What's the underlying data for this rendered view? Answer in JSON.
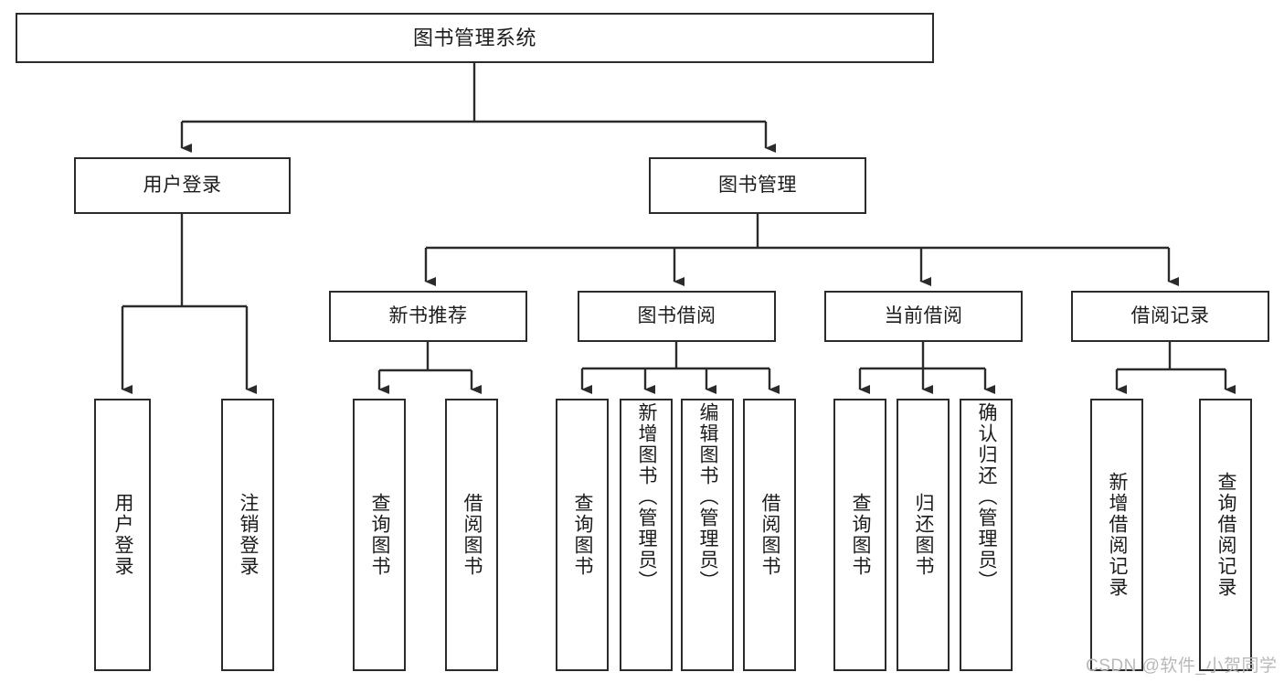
{
  "diagram": {
    "title": "图书管理系统",
    "type": "tree",
    "colors": {
      "stroke": "#2b2b2b",
      "fill": "#ffffff",
      "text": "#1c1c1c",
      "watermark": "#b9b9b9"
    },
    "nodes": {
      "root": {
        "label": "图书管理系统"
      },
      "level2": [
        {
          "id": "user-login",
          "label": "用户登录"
        },
        {
          "id": "book-manage",
          "label": "图书管理"
        }
      ],
      "level3": [
        {
          "id": "new-book-recommend",
          "label": "新书推荐"
        },
        {
          "id": "book-borrow",
          "label": "图书借阅"
        },
        {
          "id": "current-borrow",
          "label": "当前借阅"
        },
        {
          "id": "borrow-record",
          "label": "借阅记录"
        }
      ],
      "leaves": [
        {
          "id": "leaf-user-login",
          "label": "用户登录",
          "parent": "user-login"
        },
        {
          "id": "leaf-logout",
          "label": "注销登录",
          "parent": "user-login"
        },
        {
          "id": "leaf-query-book-1",
          "label": "查询图书",
          "parent": "new-book-recommend"
        },
        {
          "id": "leaf-borrow-book-1",
          "label": "借阅图书",
          "parent": "new-book-recommend"
        },
        {
          "id": "leaf-query-book-2",
          "label": "查询图书",
          "parent": "book-borrow"
        },
        {
          "id": "leaf-add-book",
          "label": "新增图书（管理员）",
          "parent": "book-borrow"
        },
        {
          "id": "leaf-edit-book",
          "label": "编辑图书（管理员）",
          "parent": "book-borrow"
        },
        {
          "id": "leaf-borrow-book-2",
          "label": "借阅图书",
          "parent": "book-borrow"
        },
        {
          "id": "leaf-query-book-3",
          "label": "查询图书",
          "parent": "current-borrow"
        },
        {
          "id": "leaf-return-book",
          "label": "归还图书",
          "parent": "current-borrow"
        },
        {
          "id": "leaf-confirm-return",
          "label": "确认归还（管理员）",
          "parent": "current-borrow"
        },
        {
          "id": "leaf-add-record",
          "label": "新增借阅记录",
          "parent": "borrow-record"
        },
        {
          "id": "leaf-query-record",
          "label": "查询借阅记录",
          "parent": "borrow-record"
        }
      ]
    },
    "watermark": "CSDN @软件_小贺同学"
  }
}
